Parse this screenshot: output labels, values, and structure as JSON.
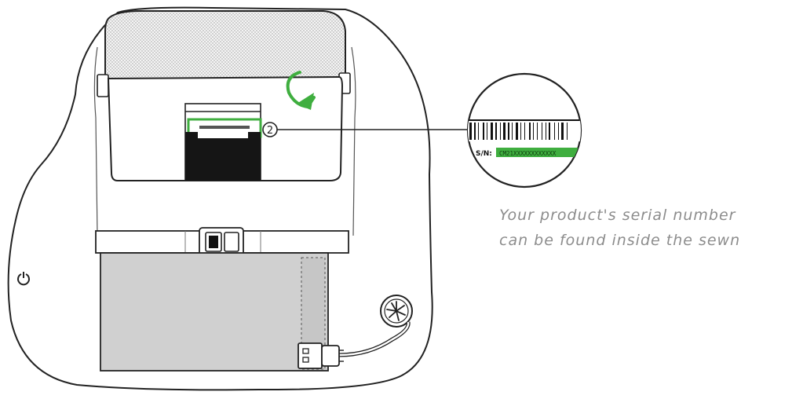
{
  "callout": {
    "step_number": "2",
    "serial_label": "S/N:",
    "serial_value": "CM21XXXXXXXXXXXX"
  },
  "caption": {
    "line1": "Your product's serial number",
    "line2": "can be found inside the sewn"
  },
  "colors": {
    "highlight": "#3fae3f",
    "outline": "#222222",
    "mesh": "#e8e8e8",
    "pocket": "#d0d0d0",
    "caption": "#8c8c8c"
  },
  "icons": [
    "rotate-arrow-icon",
    "power-icon",
    "fan-icon",
    "usb-plug-icon",
    "barcode-icon"
  ]
}
